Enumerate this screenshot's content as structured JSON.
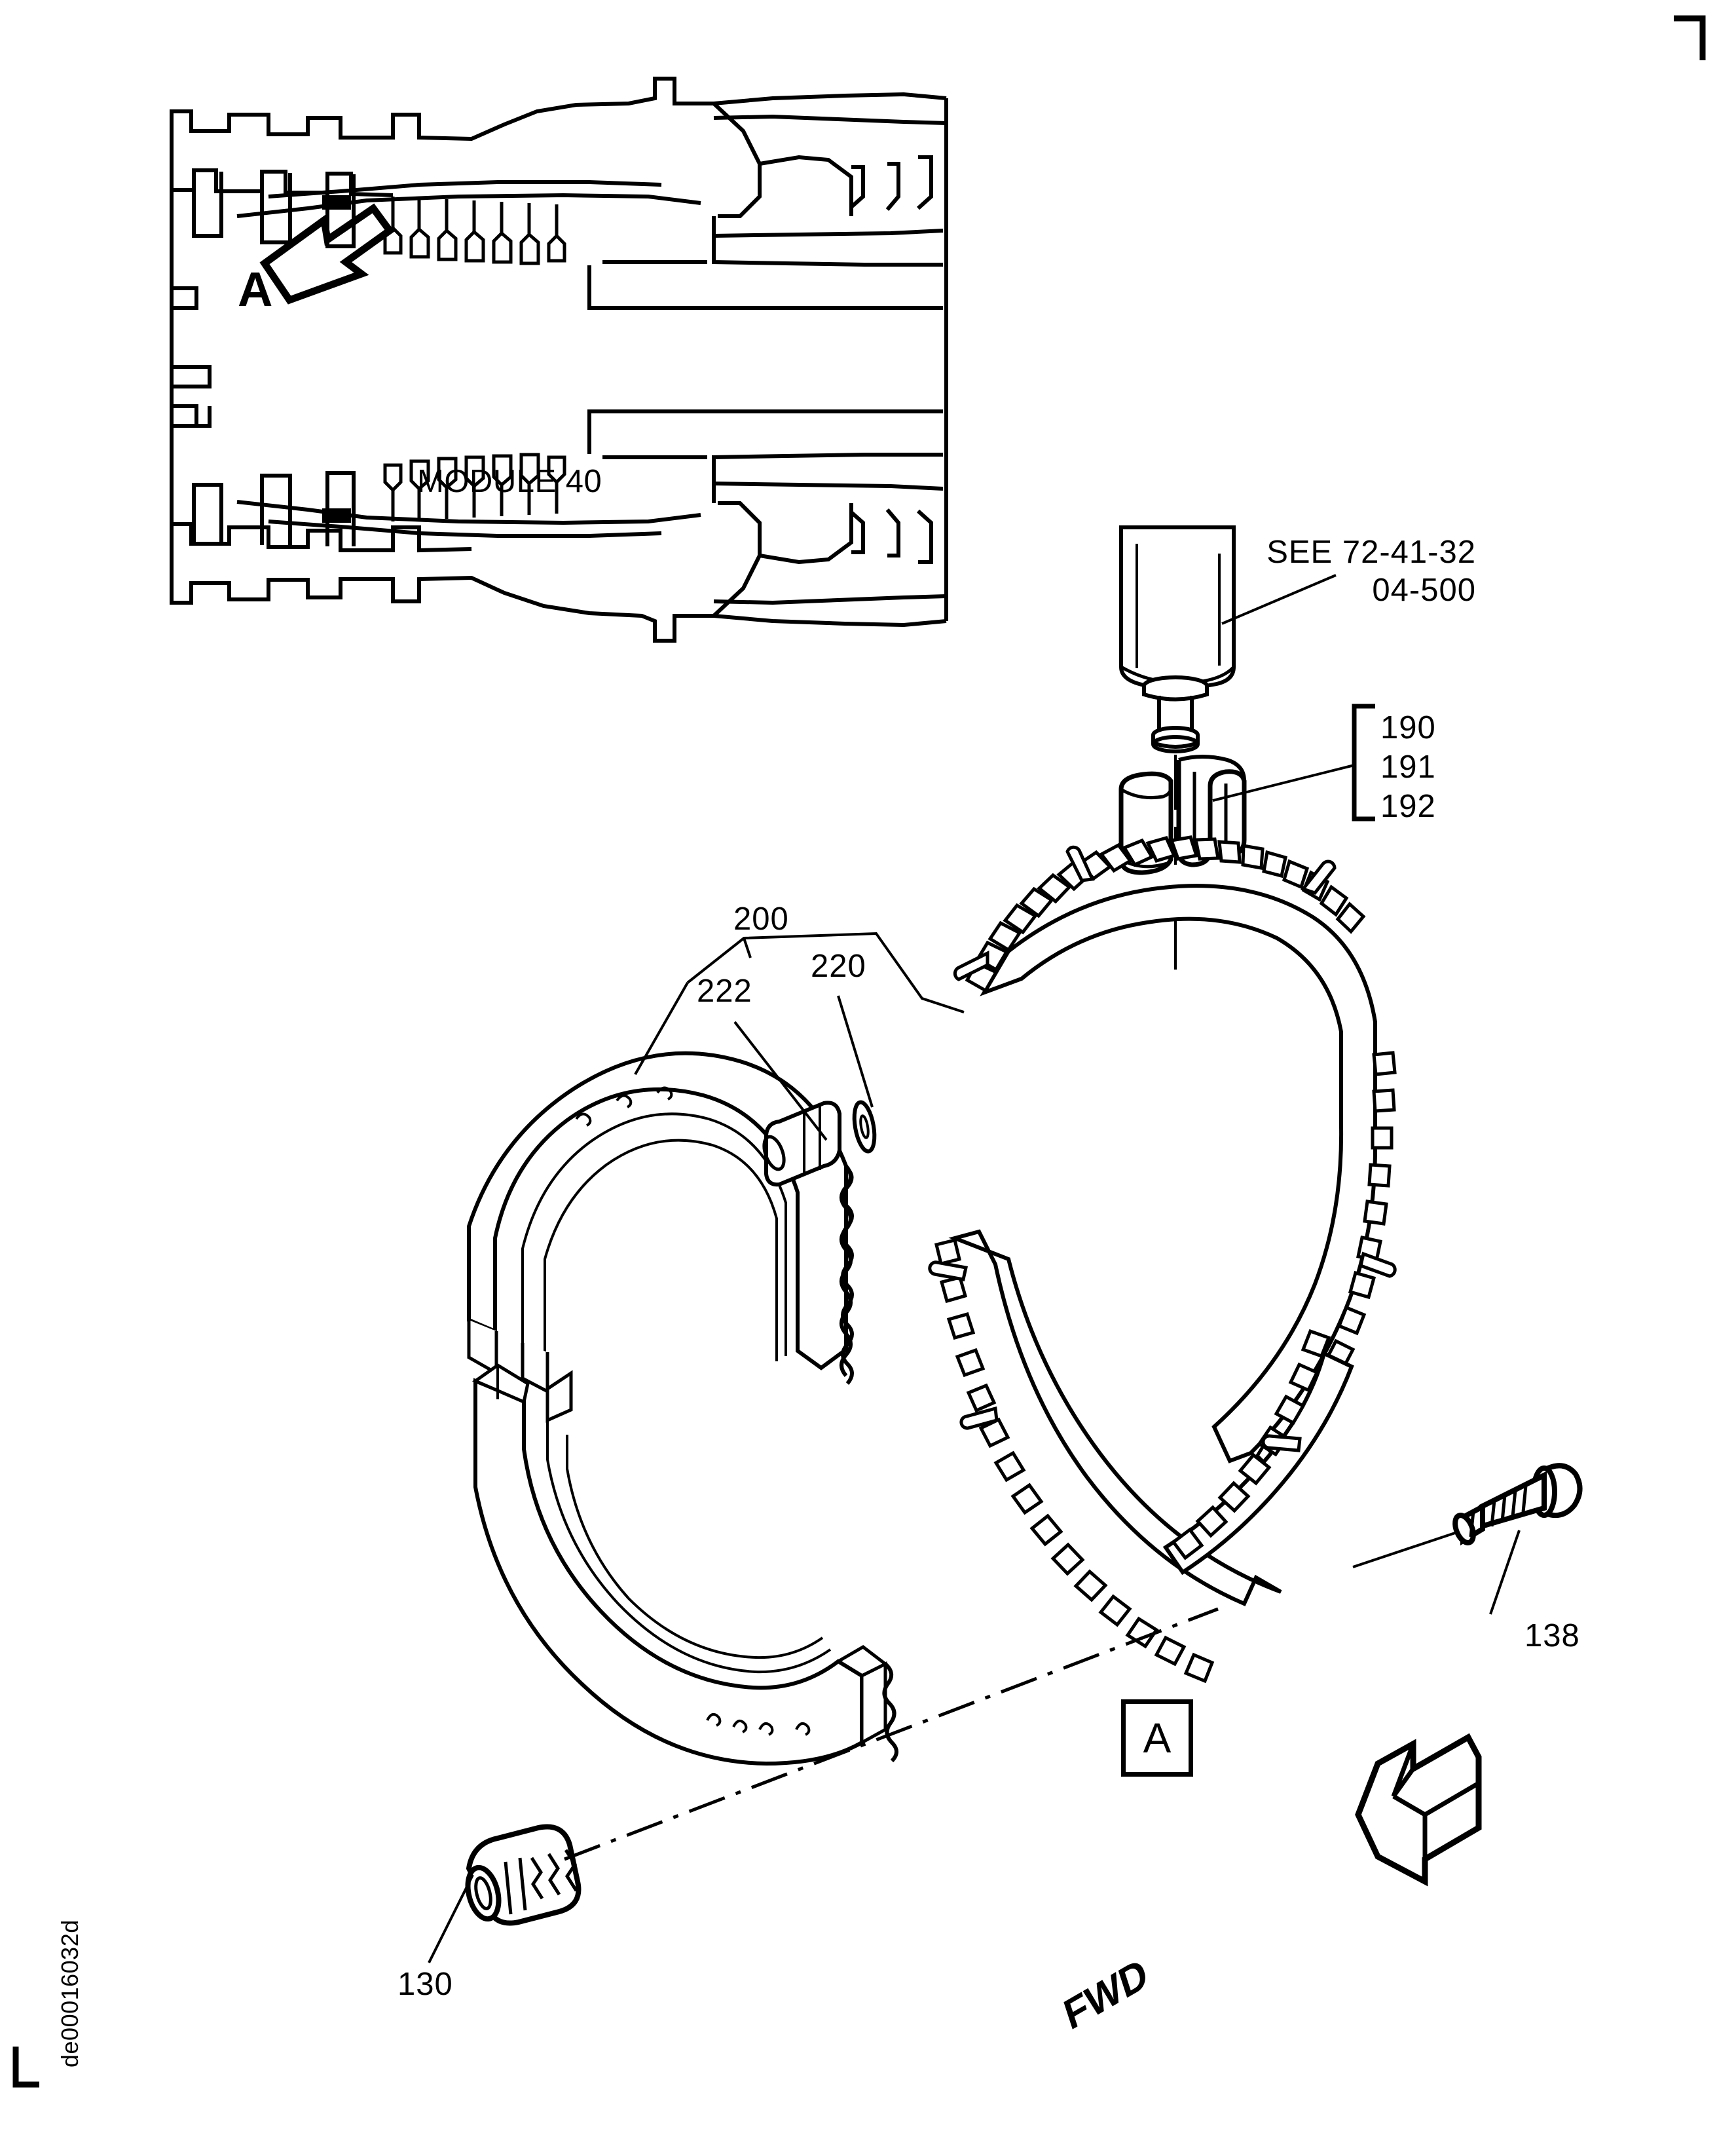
{
  "figure": {
    "type": "illustrated-parts-catalog",
    "sheet_width": 2651,
    "sheet_height": 3259,
    "ink_color": "#000000",
    "background_color": "#ffffff",
    "document_id": "de00016032d"
  },
  "locator": {
    "caption": "MODULE 40",
    "view_arrow_letter": "A"
  },
  "callouts": {
    "see_reference_line1": "SEE 72-41-32",
    "see_reference_line2": "04-500",
    "bracket_items": [
      "190",
      "191",
      "192"
    ],
    "item_200": "200",
    "item_222": "222",
    "item_220": "220",
    "item_138": "138",
    "item_130": "130"
  },
  "markers": {
    "detail_view_letter": "A",
    "direction_arrow_label": "FWD"
  },
  "parts": [
    {
      "item": "190",
      "name": "retaining-clip-assembly"
    },
    {
      "item": "191",
      "name": "retaining-clip-assembly"
    },
    {
      "item": "192",
      "name": "retaining-clip-assembly"
    },
    {
      "item": "200",
      "name": "shroud-segment-assembly"
    },
    {
      "item": "220",
      "name": "washer"
    },
    {
      "item": "222",
      "name": "bushing"
    },
    {
      "item": "138",
      "name": "bolt"
    },
    {
      "item": "130",
      "name": "self-locking-nut"
    }
  ]
}
